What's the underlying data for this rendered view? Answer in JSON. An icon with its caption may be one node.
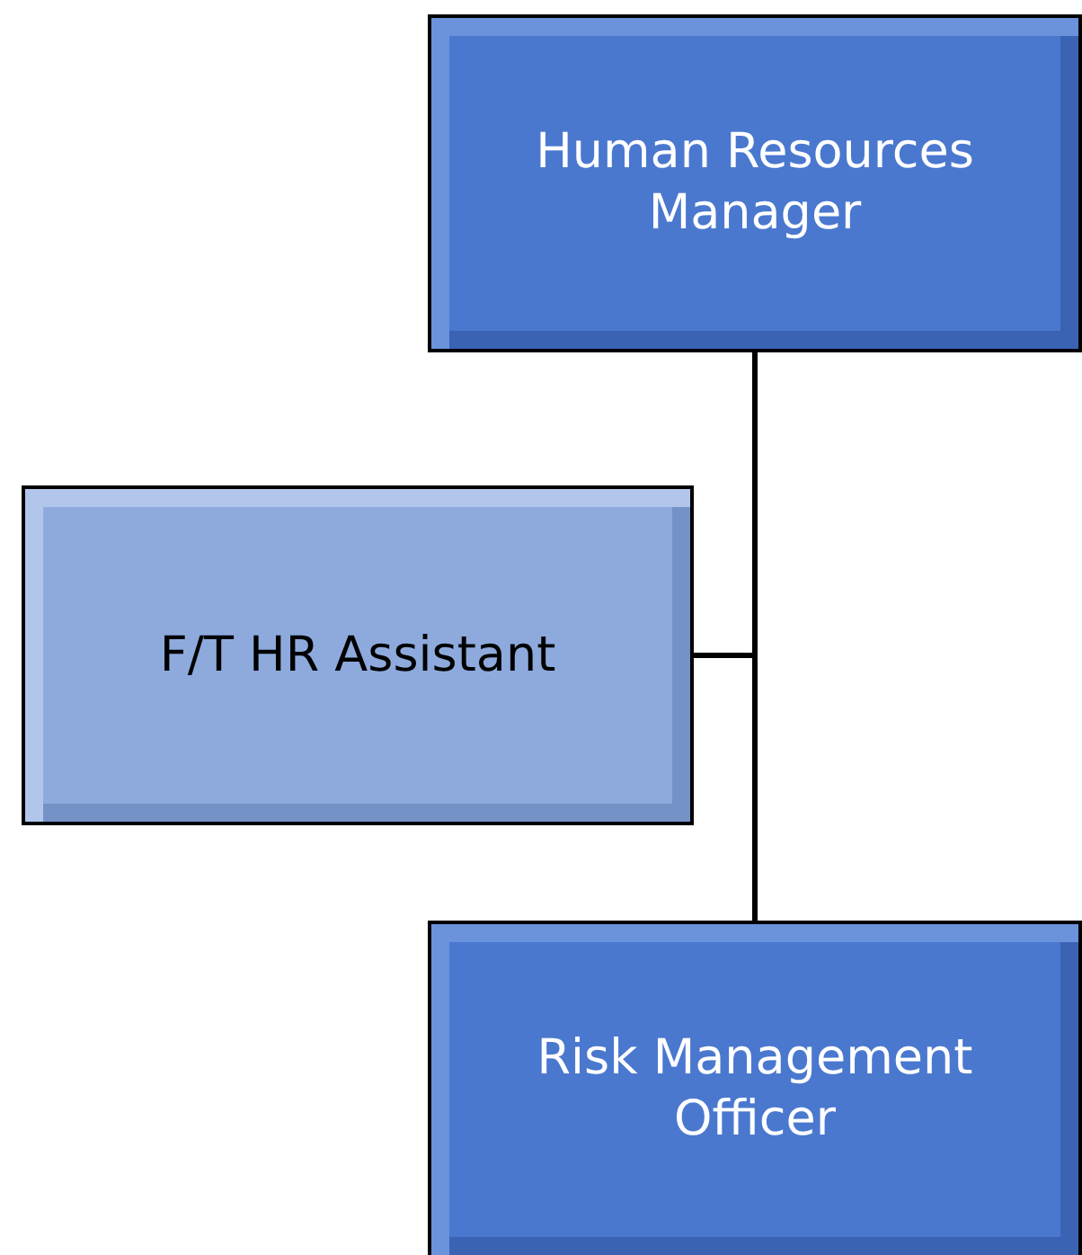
{
  "diagram": {
    "nodes": [
      {
        "text": [
          "Human Resources Manager"
        ]
      },
      {
        "text": [
          "F/T HR Assistant"
        ]
      },
      {
        "text": [
          "Risk Management Officer"
        ]
      }
    ],
    "edges": [
      {
        "from": 0,
        "to": 1,
        "arrow": "none"
      },
      {
        "from": 0,
        "to": 2,
        "arrow": "none"
      }
    ]
  }
}
